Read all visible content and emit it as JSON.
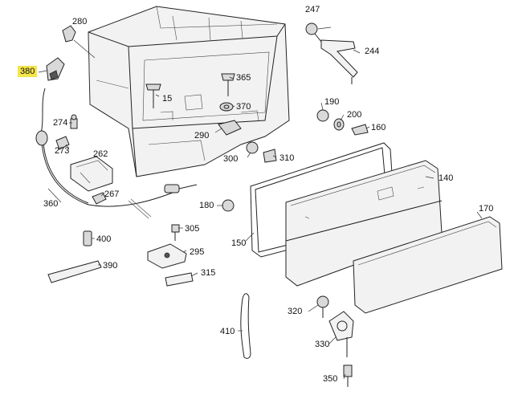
{
  "diagram": {
    "highlight_color": "#f4e54a",
    "labels": [
      {
        "id": "p280",
        "text": "280",
        "highlight": false
      },
      {
        "id": "p380",
        "text": "380",
        "highlight": true
      },
      {
        "id": "p247",
        "text": "247",
        "highlight": false
      },
      {
        "id": "p244",
        "text": "244",
        "highlight": false
      },
      {
        "id": "p365",
        "text": "365",
        "highlight": false
      },
      {
        "id": "p15",
        "text": "15",
        "highlight": false
      },
      {
        "id": "p370",
        "text": "370",
        "highlight": false
      },
      {
        "id": "p190",
        "text": "190",
        "highlight": false
      },
      {
        "id": "p200",
        "text": "200",
        "highlight": false
      },
      {
        "id": "p160",
        "text": "160",
        "highlight": false
      },
      {
        "id": "p274",
        "text": "274",
        "highlight": false
      },
      {
        "id": "p290",
        "text": "290",
        "highlight": false
      },
      {
        "id": "p273",
        "text": "273",
        "highlight": false
      },
      {
        "id": "p262",
        "text": "262",
        "highlight": false
      },
      {
        "id": "p300",
        "text": "300",
        "highlight": false
      },
      {
        "id": "p310",
        "text": "310",
        "highlight": false
      },
      {
        "id": "p140",
        "text": "140",
        "highlight": false
      },
      {
        "id": "p267",
        "text": "267",
        "highlight": false
      },
      {
        "id": "p360",
        "text": "360",
        "highlight": false
      },
      {
        "id": "p180",
        "text": "180",
        "highlight": false
      },
      {
        "id": "p170",
        "text": "170",
        "highlight": false
      },
      {
        "id": "p400",
        "text": "400",
        "highlight": false
      },
      {
        "id": "p305",
        "text": "305",
        "highlight": false
      },
      {
        "id": "p150",
        "text": "150",
        "highlight": false
      },
      {
        "id": "p295",
        "text": "295",
        "highlight": false
      },
      {
        "id": "p390",
        "text": "390",
        "highlight": false
      },
      {
        "id": "p315",
        "text": "315",
        "highlight": false
      },
      {
        "id": "p320",
        "text": "320",
        "highlight": false
      },
      {
        "id": "p410",
        "text": "410",
        "highlight": false
      },
      {
        "id": "p330",
        "text": "330",
        "highlight": false
      },
      {
        "id": "p350",
        "text": "350",
        "highlight": false
      }
    ]
  }
}
